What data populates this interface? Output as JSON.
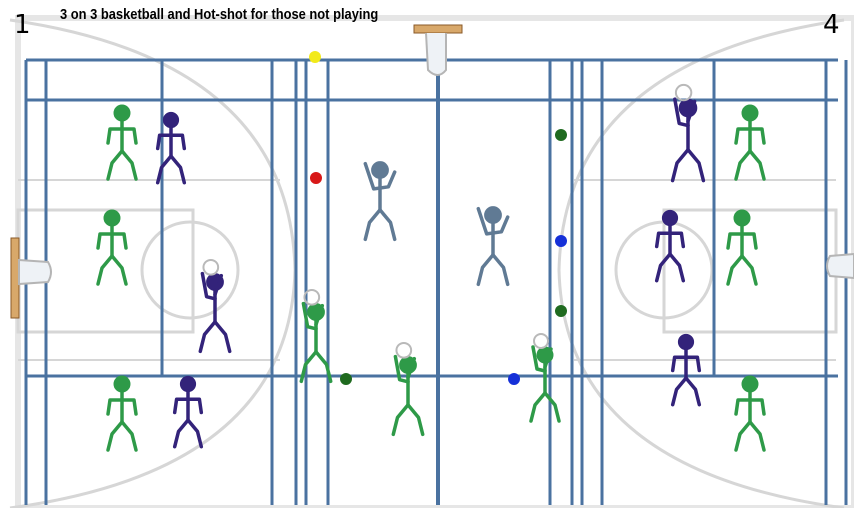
{
  "title": "3 on 3 basketball and Hot-shot for those not playing",
  "court_numbers": {
    "left": "1",
    "right": "4"
  },
  "colors": {
    "court_line": "#4a72a0",
    "arc": "#d6d6d6",
    "green_team": "#2e9a48",
    "purple_team": "#33237a",
    "grey_figure": "#607a94",
    "ball_outline": "#b9b9b9",
    "backboard": "#d8a86a",
    "dot_green": "#1f6a1f",
    "dot_blue": "#1530d8",
    "dot_red": "#d81818",
    "dot_yellow": "#f2ea1a"
  },
  "icons": [
    "stick-figure",
    "basketball-hoop",
    "marker-dot"
  ]
}
